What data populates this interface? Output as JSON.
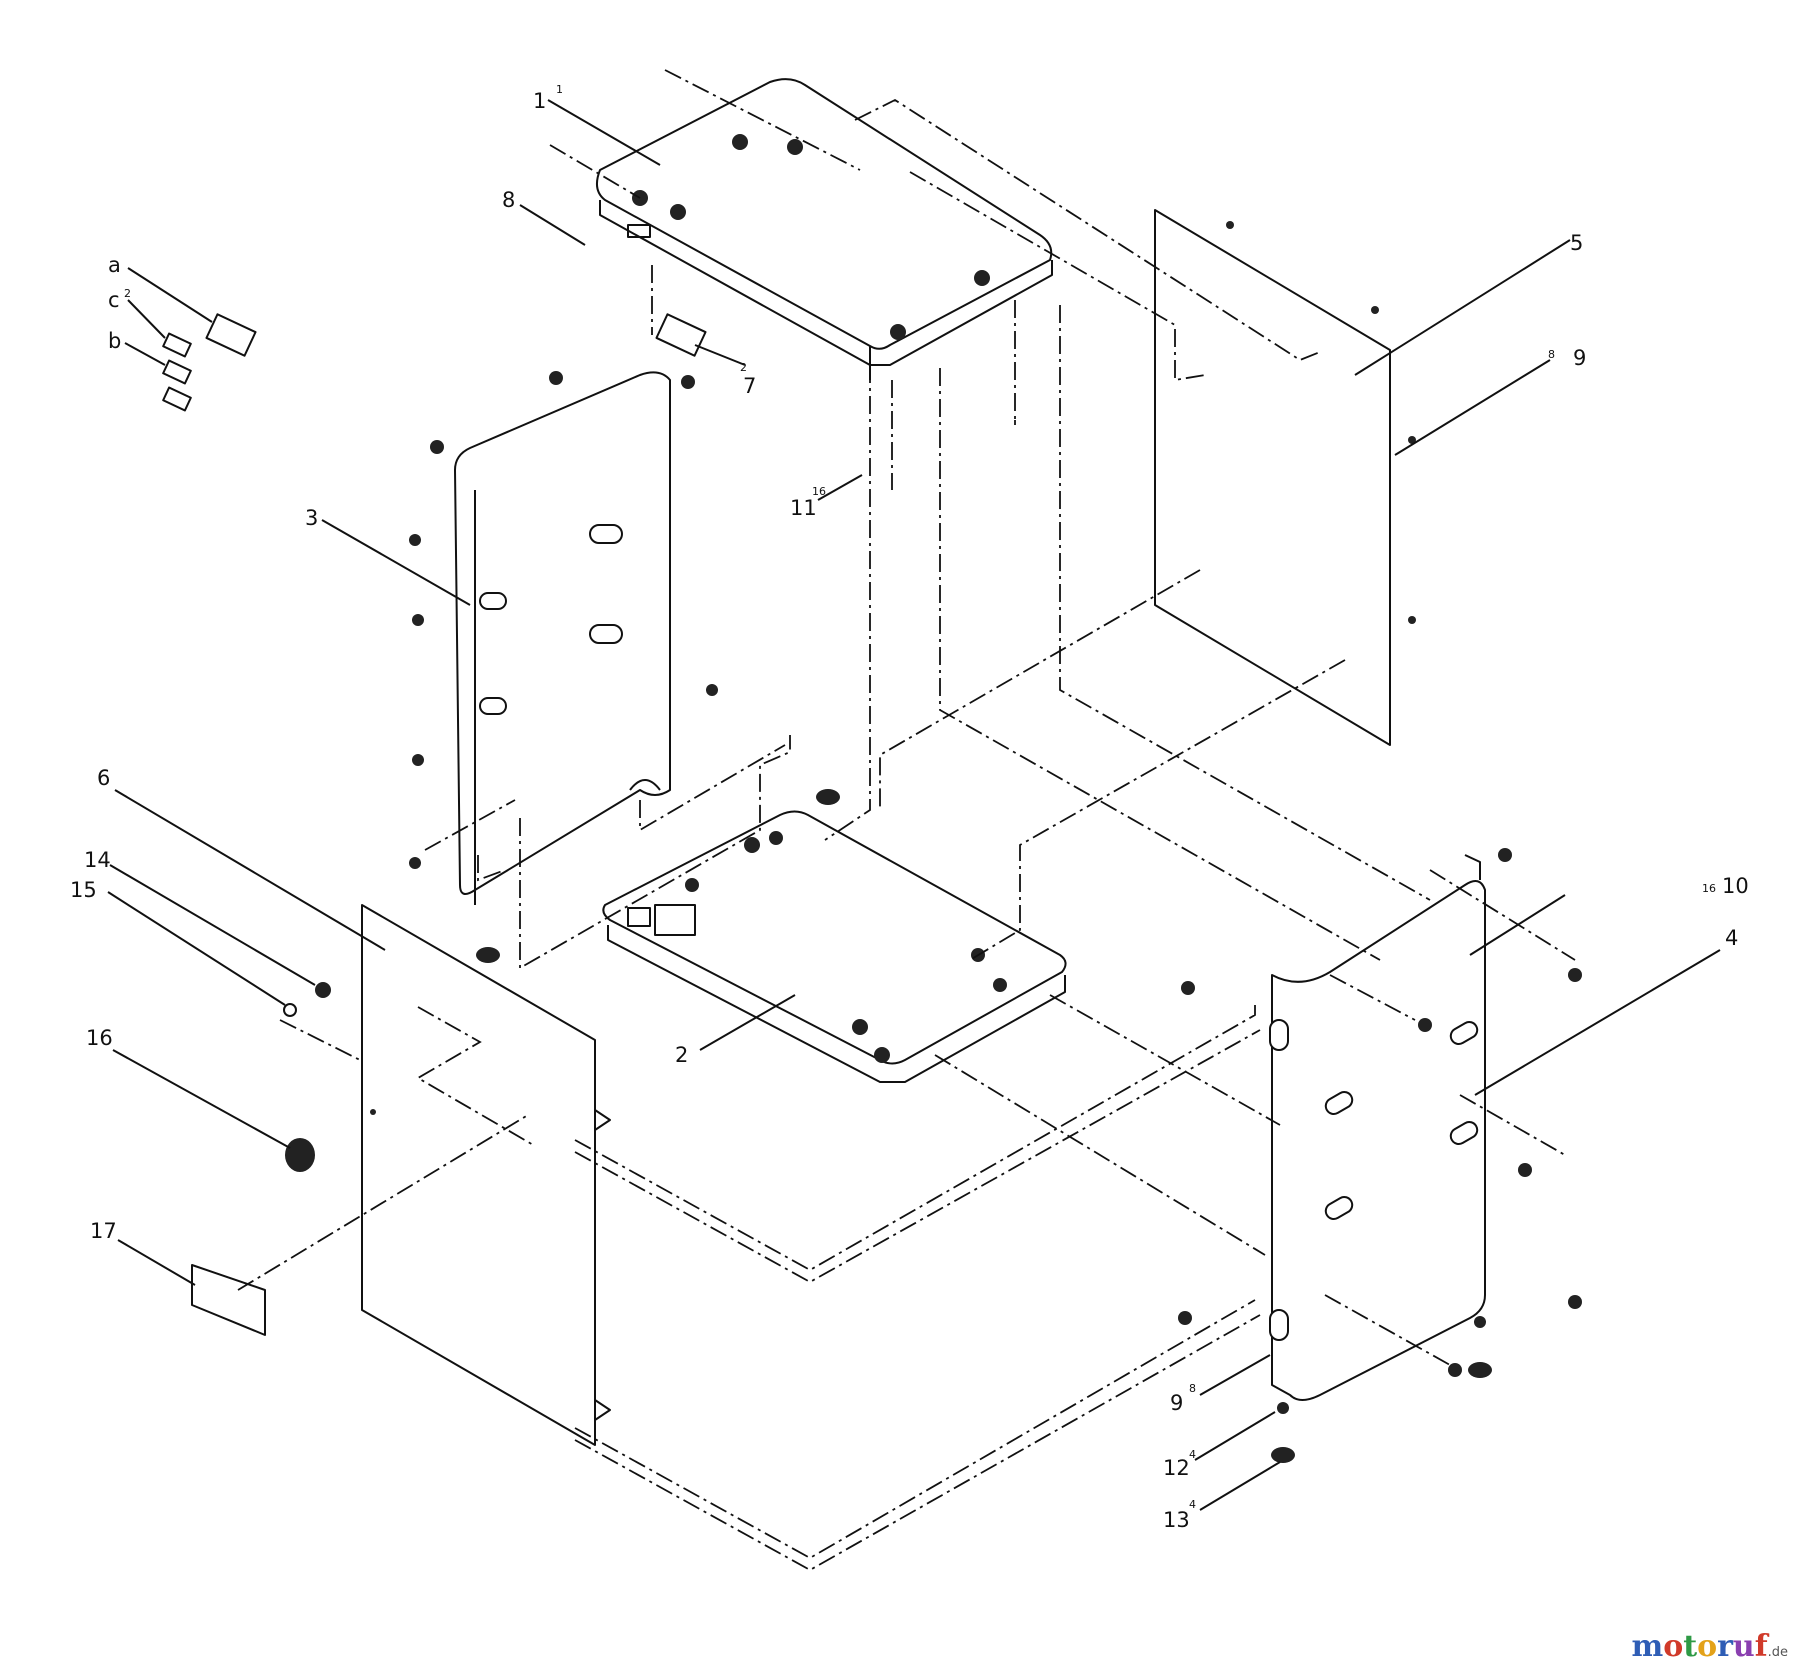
{
  "diagram": {
    "callouts": [
      {
        "id": "1",
        "sub": "1"
      },
      {
        "id": "2",
        "sub": ""
      },
      {
        "id": "3",
        "sub": ""
      },
      {
        "id": "4",
        "sub": ""
      },
      {
        "id": "5",
        "sub": ""
      },
      {
        "id": "6",
        "sub": ""
      },
      {
        "id": "7",
        "sub": "2"
      },
      {
        "id": "8",
        "sub": ""
      },
      {
        "id": "9",
        "sub": "8"
      },
      {
        "id": "9",
        "sub": "8"
      },
      {
        "id": "10",
        "sub": "16"
      },
      {
        "id": "11",
        "sub": "16"
      },
      {
        "id": "12",
        "sub": "4"
      },
      {
        "id": "13",
        "sub": "4"
      },
      {
        "id": "14",
        "sub": ""
      },
      {
        "id": "15",
        "sub": ""
      },
      {
        "id": "16",
        "sub": ""
      },
      {
        "id": "17",
        "sub": ""
      },
      {
        "id": "a",
        "sub": ""
      },
      {
        "id": "c",
        "sub": "2"
      },
      {
        "id": "b",
        "sub": ""
      }
    ]
  },
  "watermark": {
    "letters": [
      "m",
      "o",
      "t",
      "o",
      "r",
      "u",
      "f"
    ],
    "colors": [
      "#2e5db5",
      "#d03a2a",
      "#2e9a45",
      "#e3a21a",
      "#2e5db5",
      "#8a3fb0",
      "#d03a2a"
    ],
    "suffix": ".de"
  }
}
